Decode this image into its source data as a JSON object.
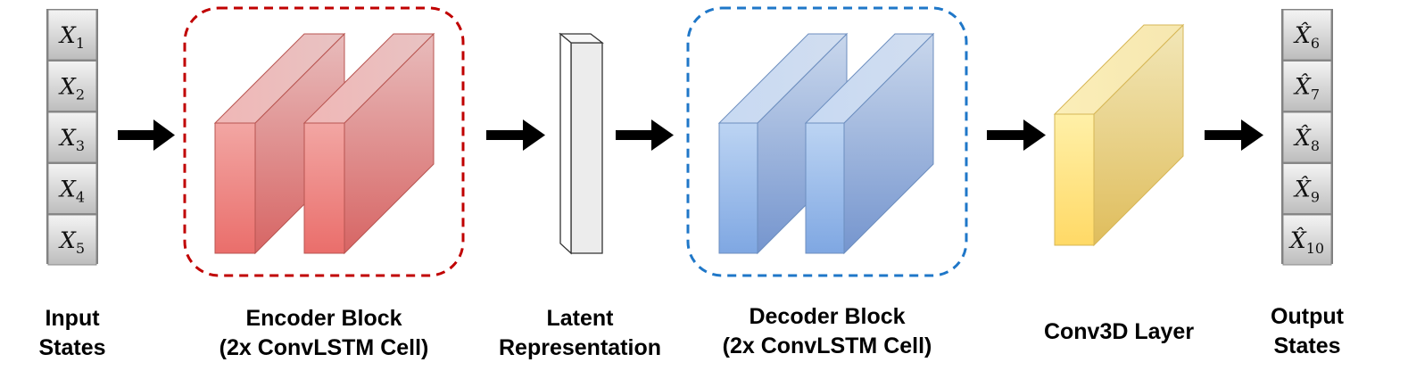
{
  "input_states": {
    "items": [
      {
        "symbol": "X",
        "sub": "1"
      },
      {
        "symbol": "X",
        "sub": "2"
      },
      {
        "symbol": "X",
        "sub": "3"
      },
      {
        "symbol": "X",
        "sub": "4"
      },
      {
        "symbol": "X",
        "sub": "5"
      }
    ],
    "caption_line1": "Input",
    "caption_line2": "States"
  },
  "encoder": {
    "caption_line1": "Encoder Block",
    "caption_line2": "(2x ConvLSTM Cell)",
    "color": "#e06666"
  },
  "latent": {
    "caption_line1": "Latent",
    "caption_line2": "Representation"
  },
  "decoder": {
    "caption_line1": "Decoder Block",
    "caption_line2": "(2x ConvLSTM Cell)",
    "color": "#6d9eeb"
  },
  "conv3d": {
    "caption_line1": "Conv3D Layer",
    "color": "#ffd966"
  },
  "output_states": {
    "items": [
      {
        "symbol": "X̂",
        "sub": "6"
      },
      {
        "symbol": "X̂",
        "sub": "7"
      },
      {
        "symbol": "X̂",
        "sub": "8"
      },
      {
        "symbol": "X̂",
        "sub": "9"
      },
      {
        "symbol": "X̂",
        "sub": "10"
      }
    ],
    "caption_line1": "Output",
    "caption_line2": "States"
  }
}
